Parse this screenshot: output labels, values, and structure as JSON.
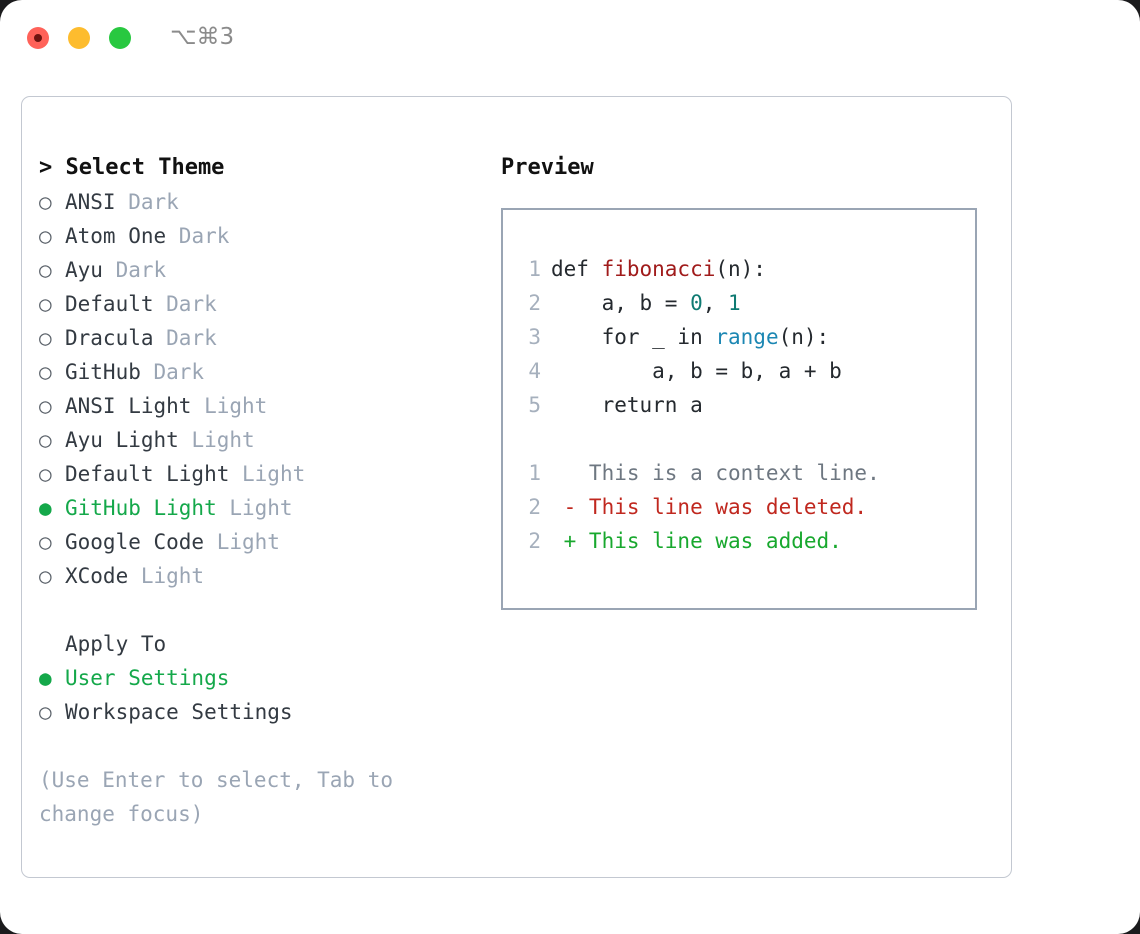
{
  "window": {
    "shortcut": "⌥⌘3",
    "traffic_lights": [
      {
        "name": "close",
        "color": "#ff6259"
      },
      {
        "name": "minimize",
        "color": "#fdbc2e"
      },
      {
        "name": "maximize",
        "color": "#28c840"
      }
    ]
  },
  "theme_picker": {
    "header": "> Select Theme",
    "marker_unselected": "○",
    "marker_selected": "●",
    "items": [
      {
        "name": "ANSI",
        "variant": "Dark",
        "selected": false
      },
      {
        "name": "Atom One",
        "variant": "Dark",
        "selected": false
      },
      {
        "name": "Ayu",
        "variant": "Dark",
        "selected": false
      },
      {
        "name": "Default",
        "variant": "Dark",
        "selected": false
      },
      {
        "name": "Dracula",
        "variant": "Dark",
        "selected": false
      },
      {
        "name": "GitHub",
        "variant": "Dark",
        "selected": false
      },
      {
        "name": "ANSI Light",
        "variant": "Light",
        "selected": false
      },
      {
        "name": "Ayu Light",
        "variant": "Light",
        "selected": false
      },
      {
        "name": "Default Light",
        "variant": "Light",
        "selected": false
      },
      {
        "name": "GitHub Light",
        "variant": "Light",
        "selected": true
      },
      {
        "name": "Google Code",
        "variant": "Light",
        "selected": false
      },
      {
        "name": "XCode",
        "variant": "Light",
        "selected": false
      }
    ]
  },
  "apply_to": {
    "header": "Apply To",
    "items": [
      {
        "name": "User Settings",
        "selected": true
      },
      {
        "name": "Workspace Settings",
        "selected": false
      }
    ]
  },
  "hint": "(Use Enter to select, Tab to change focus)",
  "preview": {
    "header": "Preview",
    "code": [
      {
        "num": "1",
        "tokens": [
          {
            "t": "def ",
            "c": "plain"
          },
          {
            "t": "fibonacci",
            "c": "fn"
          },
          {
            "t": "(n):",
            "c": "plain"
          }
        ]
      },
      {
        "num": "2",
        "tokens": [
          {
            "t": "    a, b = ",
            "c": "plain"
          },
          {
            "t": "0",
            "c": "num"
          },
          {
            "t": ", ",
            "c": "plain"
          },
          {
            "t": "1",
            "c": "num"
          }
        ]
      },
      {
        "num": "3",
        "tokens": [
          {
            "t": "    for _ in ",
            "c": "plain"
          },
          {
            "t": "range",
            "c": "call"
          },
          {
            "t": "(n):",
            "c": "plain"
          }
        ]
      },
      {
        "num": "4",
        "tokens": [
          {
            "t": "        a, b = b, a + b",
            "c": "plain"
          }
        ]
      },
      {
        "num": "5",
        "tokens": [
          {
            "t": "    return a",
            "c": "plain"
          }
        ]
      }
    ],
    "diff": [
      {
        "num": "1",
        "sign": " ",
        "text": "This is a context line.",
        "kind": "ctx"
      },
      {
        "num": "2",
        "sign": "-",
        "text": "This line was deleted.",
        "kind": "del"
      },
      {
        "num": "2",
        "sign": "+",
        "text": "This line was added.",
        "kind": "add"
      }
    ]
  },
  "colors": {
    "selected_green": "#14a84a",
    "variant_gray": "#9aa5b4",
    "hint_gray": "#9aa5b4",
    "code_fn": "#a01b1b",
    "code_num": "#0f7a72",
    "code_call": "#1c87b3",
    "diff_del": "#c0281f",
    "diff_add": "#18a82e",
    "panel_border": "#c3c8d1",
    "preview_border": "#9aa5b4"
  }
}
